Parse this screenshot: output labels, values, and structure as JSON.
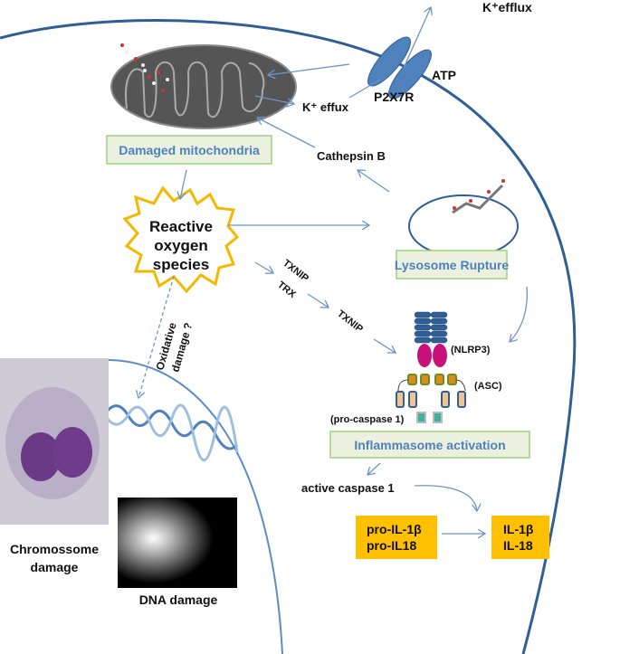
{
  "labels": {
    "k_efflux_top": "K⁺efflux",
    "atp": "ATP",
    "p2x7r": "P2X7R",
    "k_effux": "K⁺ effux",
    "cathepsin": "Cathepsin  B",
    "damaged_mitochondria": "Damaged mitochondria",
    "ros_line1": "Reactive",
    "ros_line2": "oxygen",
    "ros_line3": "species",
    "lysosome_rupture": "Lysosome Rupture",
    "txnip1": "TXNIP",
    "trx": "TRX",
    "txnip2": "TXNIP",
    "nlrp3": "(NLRP3)",
    "asc": "(ASC)",
    "pro_caspase": "(pro-caspase 1)",
    "inflammasome_activation": "Inflammasome activation",
    "active_caspase": "active caspase  1",
    "pro_il1b": "pro-IL-1β",
    "pro_il18": "pro-IL18",
    "il1b": "IL-1β",
    "il18": "IL-18",
    "oxidative_line1": "Oxidative",
    "oxidative_line2": "damage ?",
    "chromosome_line1": "Chromossome",
    "chromosome_line2": "damage",
    "dna_damage": "DNA damage"
  },
  "colors": {
    "membrane": "#2f5f95",
    "arrow": "#6b95c9",
    "box_fill": "#ebf1de",
    "box_border": "#9bd27f",
    "box_text": "#4f81bd",
    "cytokine": "#ffc000",
    "ros_outline": "#f5b800"
  }
}
